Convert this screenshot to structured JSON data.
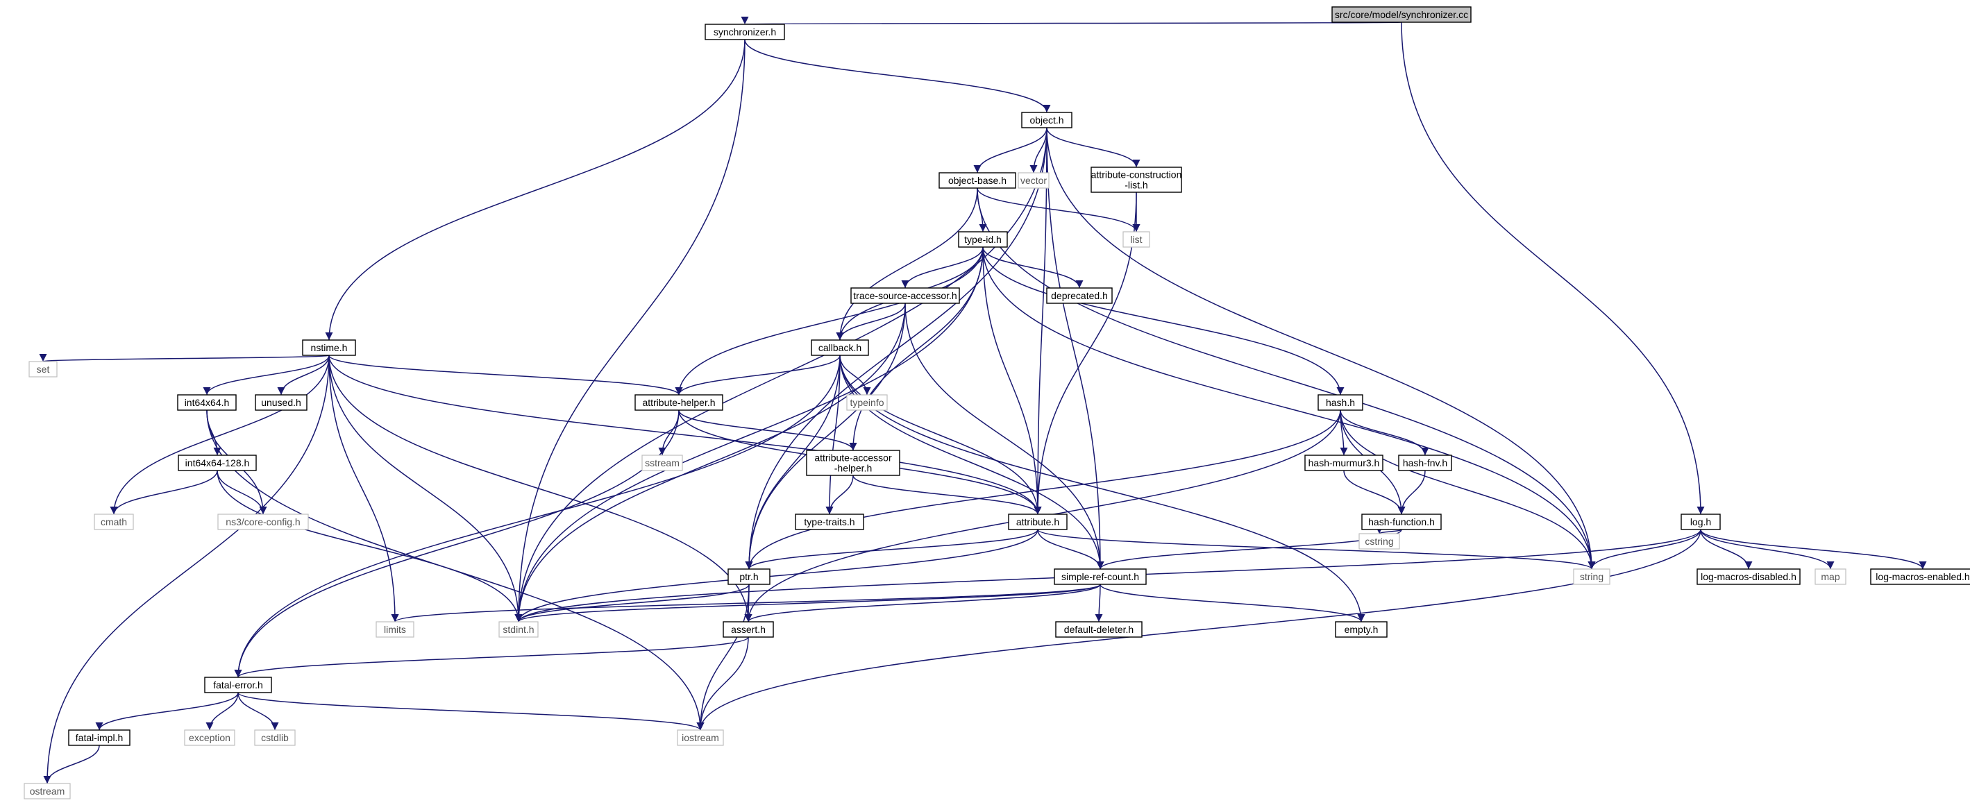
{
  "title": "src/core/model/synchronizer.cc",
  "colors": {
    "edge": "#191970",
    "root_fill": "#bfbfbf",
    "external_border": "#bfbfbf"
  },
  "nodes": [
    {
      "id": "root",
      "lines": [
        "src/core/model/synchronizer.cc"
      ],
      "kind": "root"
    },
    {
      "id": "synchronizer_h",
      "lines": [
        "synchronizer.h"
      ],
      "kind": "file"
    },
    {
      "id": "object_h",
      "lines": [
        "object.h"
      ],
      "kind": "file"
    },
    {
      "id": "object_base_h",
      "lines": [
        "object-base.h"
      ],
      "kind": "file"
    },
    {
      "id": "vector",
      "lines": [
        "vector"
      ],
      "kind": "external"
    },
    {
      "id": "attr_constr_list_h",
      "lines": [
        "attribute-construction",
        "-list.h"
      ],
      "kind": "file"
    },
    {
      "id": "list",
      "lines": [
        "list"
      ],
      "kind": "external"
    },
    {
      "id": "type_id_h",
      "lines": [
        "type-id.h"
      ],
      "kind": "file"
    },
    {
      "id": "trace_source_accessor_h",
      "lines": [
        "trace-source-accessor.h"
      ],
      "kind": "file"
    },
    {
      "id": "deprecated_h",
      "lines": [
        "deprecated.h"
      ],
      "kind": "file"
    },
    {
      "id": "nstime_h",
      "lines": [
        "nstime.h"
      ],
      "kind": "file"
    },
    {
      "id": "callback_h",
      "lines": [
        "callback.h"
      ],
      "kind": "file"
    },
    {
      "id": "set",
      "lines": [
        "set"
      ],
      "kind": "external"
    },
    {
      "id": "int64x64_h",
      "lines": [
        "int64x64.h"
      ],
      "kind": "file"
    },
    {
      "id": "unused_h",
      "lines": [
        "unused.h"
      ],
      "kind": "file"
    },
    {
      "id": "attribute_helper_h",
      "lines": [
        "attribute-helper.h"
      ],
      "kind": "file"
    },
    {
      "id": "typeinfo",
      "lines": [
        "typeinfo"
      ],
      "kind": "external"
    },
    {
      "id": "hash_h",
      "lines": [
        "hash.h"
      ],
      "kind": "file"
    },
    {
      "id": "int64x64_128_h",
      "lines": [
        "int64x64-128.h"
      ],
      "kind": "file"
    },
    {
      "id": "sstream",
      "lines": [
        "sstream"
      ],
      "kind": "external"
    },
    {
      "id": "attr_accessor_helper_h",
      "lines": [
        "attribute-accessor",
        "-helper.h"
      ],
      "kind": "file"
    },
    {
      "id": "hash_murmur3_h",
      "lines": [
        "hash-murmur3.h"
      ],
      "kind": "file"
    },
    {
      "id": "hash_fnv_h",
      "lines": [
        "hash-fnv.h"
      ],
      "kind": "file"
    },
    {
      "id": "cmath",
      "lines": [
        "cmath"
      ],
      "kind": "external"
    },
    {
      "id": "ns3_core_config_h",
      "lines": [
        "ns3/core-config.h"
      ],
      "kind": "external"
    },
    {
      "id": "type_traits_h",
      "lines": [
        "type-traits.h"
      ],
      "kind": "file"
    },
    {
      "id": "attribute_h",
      "lines": [
        "attribute.h"
      ],
      "kind": "file"
    },
    {
      "id": "hash_function_h",
      "lines": [
        "hash-function.h"
      ],
      "kind": "file"
    },
    {
      "id": "log_h",
      "lines": [
        "log.h"
      ],
      "kind": "file"
    },
    {
      "id": "cstring",
      "lines": [
        "cstring"
      ],
      "kind": "external"
    },
    {
      "id": "ptr_h",
      "lines": [
        "ptr.h"
      ],
      "kind": "file"
    },
    {
      "id": "simple_ref_count_h",
      "lines": [
        "simple-ref-count.h"
      ],
      "kind": "file"
    },
    {
      "id": "string",
      "lines": [
        "string"
      ],
      "kind": "external"
    },
    {
      "id": "log_macros_disabled_h",
      "lines": [
        "log-macros-disabled.h"
      ],
      "kind": "file"
    },
    {
      "id": "map",
      "lines": [
        "map"
      ],
      "kind": "external"
    },
    {
      "id": "log_macros_enabled_h",
      "lines": [
        "log-macros-enabled.h"
      ],
      "kind": "file"
    },
    {
      "id": "limits",
      "lines": [
        "limits"
      ],
      "kind": "external"
    },
    {
      "id": "stdint_h",
      "lines": [
        "stdint.h"
      ],
      "kind": "external"
    },
    {
      "id": "assert_h",
      "lines": [
        "assert.h"
      ],
      "kind": "file"
    },
    {
      "id": "default_deleter_h",
      "lines": [
        "default-deleter.h"
      ],
      "kind": "file"
    },
    {
      "id": "empty_h",
      "lines": [
        "empty.h"
      ],
      "kind": "file"
    },
    {
      "id": "fatal_error_h",
      "lines": [
        "fatal-error.h"
      ],
      "kind": "file"
    },
    {
      "id": "fatal_impl_h",
      "lines": [
        "fatal-impl.h"
      ],
      "kind": "file"
    },
    {
      "id": "exception",
      "lines": [
        "exception"
      ],
      "kind": "external"
    },
    {
      "id": "cstdlib",
      "lines": [
        "cstdlib"
      ],
      "kind": "external"
    },
    {
      "id": "iostream",
      "lines": [
        "iostream"
      ],
      "kind": "external"
    },
    {
      "id": "ostream",
      "lines": [
        "ostream"
      ],
      "kind": "external"
    }
  ],
  "edges": [
    [
      "root",
      "synchronizer_h"
    ],
    [
      "root",
      "log_h"
    ],
    [
      "synchronizer_h",
      "object_h"
    ],
    [
      "synchronizer_h",
      "nstime_h"
    ],
    [
      "synchronizer_h",
      "stdint_h"
    ],
    [
      "object_h",
      "object_base_h"
    ],
    [
      "object_h",
      "vector"
    ],
    [
      "object_h",
      "attr_constr_list_h"
    ],
    [
      "object_h",
      "string"
    ],
    [
      "object_h",
      "stdint_h"
    ],
    [
      "object_h",
      "ptr_h"
    ],
    [
      "object_h",
      "attribute_h"
    ],
    [
      "object_h",
      "simple_ref_count_h"
    ],
    [
      "object_base_h",
      "type_id_h"
    ],
    [
      "object_base_h",
      "list"
    ],
    [
      "object_base_h",
      "callback_h"
    ],
    [
      "object_base_h",
      "string"
    ],
    [
      "attr_constr_list_h",
      "list"
    ],
    [
      "attr_constr_list_h",
      "attribute_h"
    ],
    [
      "type_id_h",
      "trace_source_accessor_h"
    ],
    [
      "type_id_h",
      "deprecated_h"
    ],
    [
      "type_id_h",
      "callback_h"
    ],
    [
      "type_id_h",
      "attribute_helper_h"
    ],
    [
      "type_id_h",
      "attr_accessor_helper_h"
    ],
    [
      "type_id_h",
      "attribute_h"
    ],
    [
      "type_id_h",
      "hash_h"
    ],
    [
      "type_id_h",
      "string"
    ],
    [
      "type_id_h",
      "stdint_h"
    ],
    [
      "trace_source_accessor_h",
      "callback_h"
    ],
    [
      "trace_source_accessor_h",
      "ptr_h"
    ],
    [
      "trace_source_accessor_h",
      "simple_ref_count_h"
    ],
    [
      "trace_source_accessor_h",
      "stdint_h"
    ],
    [
      "nstime_h",
      "set"
    ],
    [
      "nstime_h",
      "int64x64_h"
    ],
    [
      "nstime_h",
      "unused_h"
    ],
    [
      "nstime_h",
      "attribute_helper_h"
    ],
    [
      "nstime_h",
      "attribute_h"
    ],
    [
      "nstime_h",
      "cmath"
    ],
    [
      "nstime_h",
      "limits"
    ],
    [
      "nstime_h",
      "stdint_h"
    ],
    [
      "nstime_h",
      "assert_h"
    ],
    [
      "nstime_h",
      "ostream"
    ],
    [
      "callback_h",
      "typeinfo"
    ],
    [
      "callback_h",
      "attribute_helper_h"
    ],
    [
      "callback_h",
      "type_traits_h"
    ],
    [
      "callback_h",
      "attribute_h"
    ],
    [
      "callback_h",
      "ptr_h"
    ],
    [
      "callback_h",
      "simple_ref_count_h"
    ],
    [
      "callback_h",
      "fatal_error_h"
    ],
    [
      "callback_h",
      "empty_h"
    ],
    [
      "int64x64_h",
      "int64x64_128_h"
    ],
    [
      "int64x64_h",
      "ns3_core_config_h"
    ],
    [
      "int64x64_h",
      "iostream"
    ],
    [
      "attribute_helper_h",
      "sstream"
    ],
    [
      "attribute_helper_h",
      "attr_accessor_helper_h"
    ],
    [
      "attribute_helper_h",
      "attribute_h"
    ],
    [
      "attribute_helper_h",
      "fatal_error_h"
    ],
    [
      "hash_h",
      "hash_murmur3_h"
    ],
    [
      "hash_h",
      "hash_fnv_h"
    ],
    [
      "hash_h",
      "hash_function_h"
    ],
    [
      "hash_h",
      "string"
    ],
    [
      "hash_h",
      "ptr_h"
    ],
    [
      "hash_h",
      "assert_h"
    ],
    [
      "int64x64_128_h",
      "cmath"
    ],
    [
      "int64x64_128_h",
      "ns3_core_config_h"
    ],
    [
      "int64x64_128_h",
      "stdint_h"
    ],
    [
      "attr_accessor_helper_h",
      "type_traits_h"
    ],
    [
      "attr_accessor_helper_h",
      "attribute_h"
    ],
    [
      "hash_murmur3_h",
      "hash_function_h"
    ],
    [
      "hash_fnv_h",
      "hash_function_h"
    ],
    [
      "hash_function_h",
      "cstring"
    ],
    [
      "hash_function_h",
      "simple_ref_count_h"
    ],
    [
      "attribute_h",
      "string"
    ],
    [
      "attribute_h",
      "ptr_h"
    ],
    [
      "attribute_h",
      "simple_ref_count_h"
    ],
    [
      "attribute_h",
      "stdint_h"
    ],
    [
      "log_h",
      "string"
    ],
    [
      "log_h",
      "log_macros_disabled_h"
    ],
    [
      "log_h",
      "map"
    ],
    [
      "log_h",
      "log_macros_enabled_h"
    ],
    [
      "log_h",
      "stdint_h"
    ],
    [
      "log_h",
      "iostream"
    ],
    [
      "ptr_h",
      "stdint_h"
    ],
    [
      "ptr_h",
      "assert_h"
    ],
    [
      "ptr_h",
      "iostream"
    ],
    [
      "simple_ref_count_h",
      "default_deleter_h"
    ],
    [
      "simple_ref_count_h",
      "empty_h"
    ],
    [
      "simple_ref_count_h",
      "stdint_h"
    ],
    [
      "simple_ref_count_h",
      "limits"
    ],
    [
      "simple_ref_count_h",
      "assert_h"
    ],
    [
      "assert_h",
      "fatal_error_h"
    ],
    [
      "assert_h",
      "iostream"
    ],
    [
      "fatal_error_h",
      "fatal_impl_h"
    ],
    [
      "fatal_error_h",
      "exception"
    ],
    [
      "fatal_error_h",
      "cstdlib"
    ],
    [
      "fatal_error_h",
      "iostream"
    ],
    [
      "fatal_impl_h",
      "ostream"
    ]
  ]
}
